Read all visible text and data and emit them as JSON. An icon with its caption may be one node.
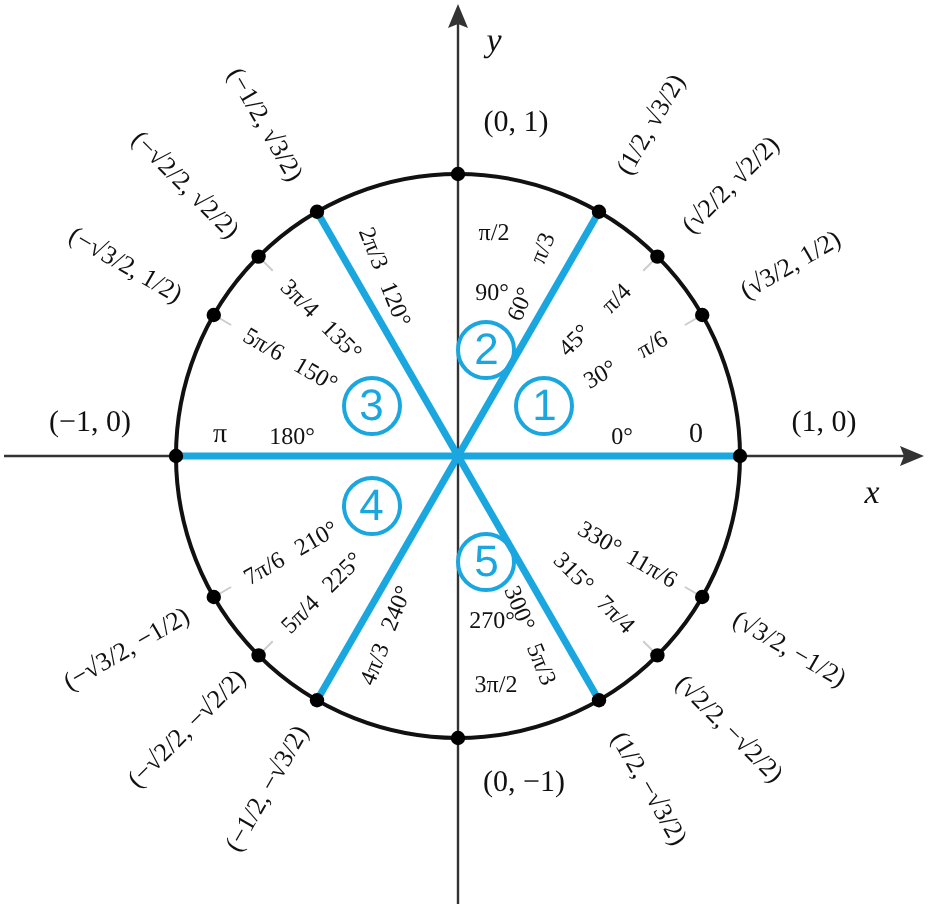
{
  "diagram": {
    "nodes": [
      {
        "text": [
          "1"
        ]
      },
      {
        "text": [
          "2"
        ]
      },
      {
        "text": [
          "3"
        ]
      },
      {
        "text": [
          "4"
        ]
      },
      {
        "text": [
          "5"
        ]
      }
    ],
    "labels": [
      "y",
      "(−1/2, √3/2)",
      "(0, 1)",
      "(1/2, √3/2)",
      "(−√2/2, √2/2)",
      "(√2/2, √2/2)",
      "(−√3/2, 1/2)",
      "2π/3",
      "π/2",
      "π/3",
      "(√3/2, 1/2)",
      "3π/4",
      "120°",
      "90°",
      "60°",
      "π/4",
      "5π/6",
      "135°",
      "45°",
      "π/6",
      "150°",
      "30°",
      "(−1, 0)",
      "π",
      "180°",
      "0°",
      "0",
      "(1, 0)",
      "x",
      "210°",
      "330°",
      "7π/6",
      "225°",
      "315°",
      "11π/6",
      "5π/4",
      "240°",
      "270°",
      "300°",
      "7π/4",
      "(−√3/2, −1/2)",
      "(√3/2, −1/2)",
      "4π/3",
      "3π/2",
      "5π/3",
      "(−√2/2, −√2/2)",
      "(√2/2, −√2/2)",
      "(−1/2, −√3/2)",
      "(0, −1)",
      "(1/2, −√3/2)"
    ]
  }
}
